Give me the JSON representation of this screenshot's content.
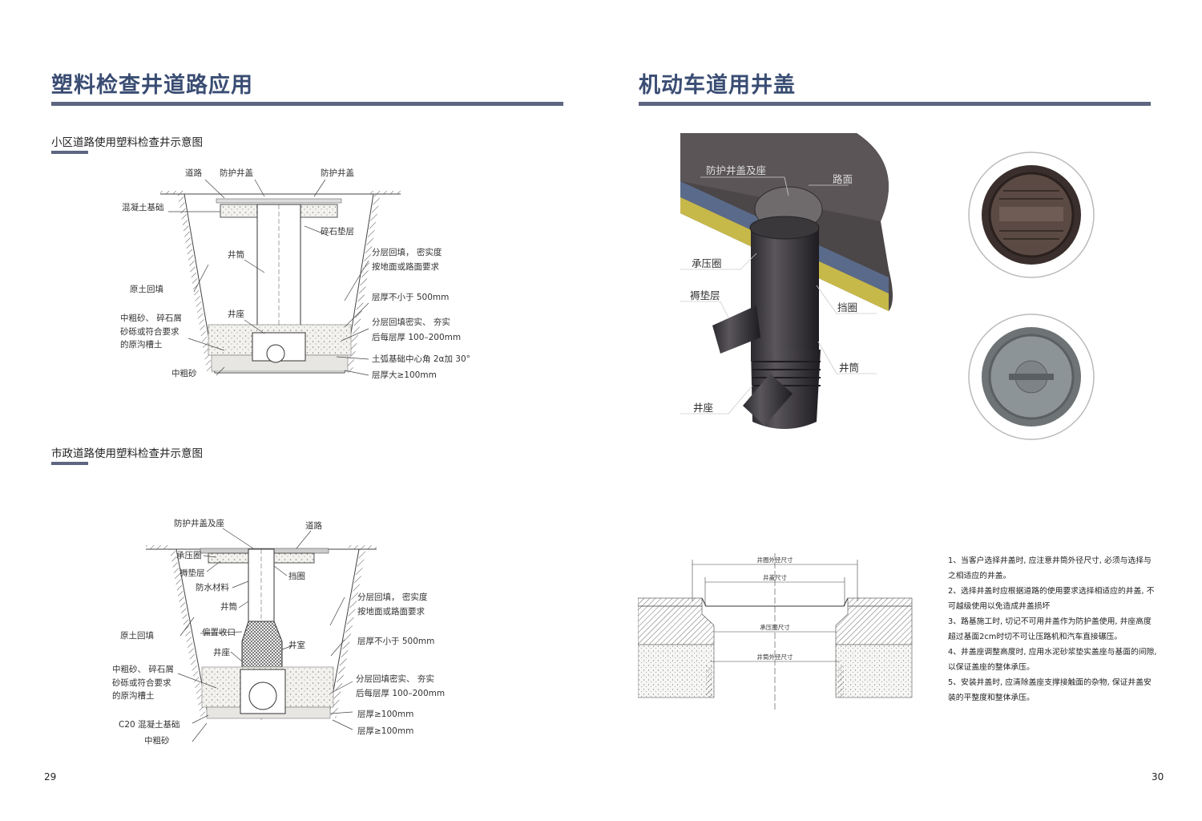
{
  "left_page": {
    "title": "塑料检查井道路应用",
    "page_number": "29",
    "diagram1": {
      "subtitle": "小区道路使用塑料检查井示意图",
      "labels": {
        "road": "道路",
        "cover1": "防护井盖",
        "cover2": "防护井盖",
        "concrete": "混凝土基础",
        "gravel_layer": "碎石垫层",
        "shaft": "井筒",
        "backfill": "原土回填",
        "layered1": "分层回填， 密实度",
        "layered2": "按地面或路面要求",
        "thickness500": "层厚不小于 500mm",
        "base": "井座",
        "sand1": "中粗砂、 碎石屑",
        "sand2": "砂砾或符合要求",
        "sand3": "的原沟槽土",
        "compact1": "分层回填密实、 夯实",
        "compact2": "后每层厚 100–200mm",
        "arc": "土弧基础中心角 2α加 30°",
        "medium_sand": "中粗砂",
        "thickness100": "层厚大≥100mm"
      }
    },
    "diagram2": {
      "subtitle": "市政道路使用塑料检查井示意图",
      "labels": {
        "cover_seat": "防护井盖及座",
        "road": "道路",
        "pressure_ring": "承压圈",
        "cushion": "褥垫层",
        "retaining": "挡圈",
        "waterproof": "防水材料",
        "shaft": "井筒",
        "backfill": "原土回填",
        "reducer": "偏置收口",
        "layered1": "分层回填， 密实度",
        "layered2": "按地面或路面要求",
        "thickness500": "层厚不小于 500mm",
        "base": "井座",
        "chamber": "井室",
        "sand1": "中粗砂、 碎石屑",
        "sand2": "砂砾或符合要求",
        "sand3": "的原沟槽土",
        "compact1": "分层回填密实、 夯实",
        "compact2": "后每层厚 100–200mm",
        "t100a": "层厚≥100mm",
        "c20": "C20 混凝土基础",
        "t100b": "层厚≥100mm",
        "medium_sand": "中粗砂"
      }
    }
  },
  "right_page": {
    "title": "机动车道用井盖",
    "page_number": "30",
    "render_labels": {
      "cover_seat": "防护井盖及座",
      "road_surface": "路面",
      "pressure_ring": "承压圈",
      "cushion": "褥垫层",
      "retaining": "挡圈",
      "shaft": "井筒",
      "base": "井座"
    },
    "dimension_labels": {
      "ring_outer": "井圈外径尺寸",
      "cover_size": "井盖尺寸",
      "pressure_ring_size": "承压圈尺寸",
      "shaft_outer": "井筒外径尺寸"
    },
    "notes": [
      "1、当客户选择井盖时, 应注意井筒外径尺寸, 必须与选择与之相适应的井盖。",
      "2、选择井盖时应根据道路的使用要求选择相适应的井盖, 不可越级使用以免造成井盖损坏",
      "3、路基施工时, 切记不可用井盖作为防护盖使用, 井座高度超过基面2cm时切不可让压路机和汽车直接碾压。",
      "4、井盖座调整高度时, 应用水泥砂浆垫实盖座与基面的间隙, 以保证盖座的整体承压。",
      "5、安装井盖时, 应清除盖座支撑接触面的杂物, 保证井盖安装的平整度和整体承压。"
    ]
  },
  "colors": {
    "title": "#3a4d73",
    "rule": "#5d6580"
  }
}
